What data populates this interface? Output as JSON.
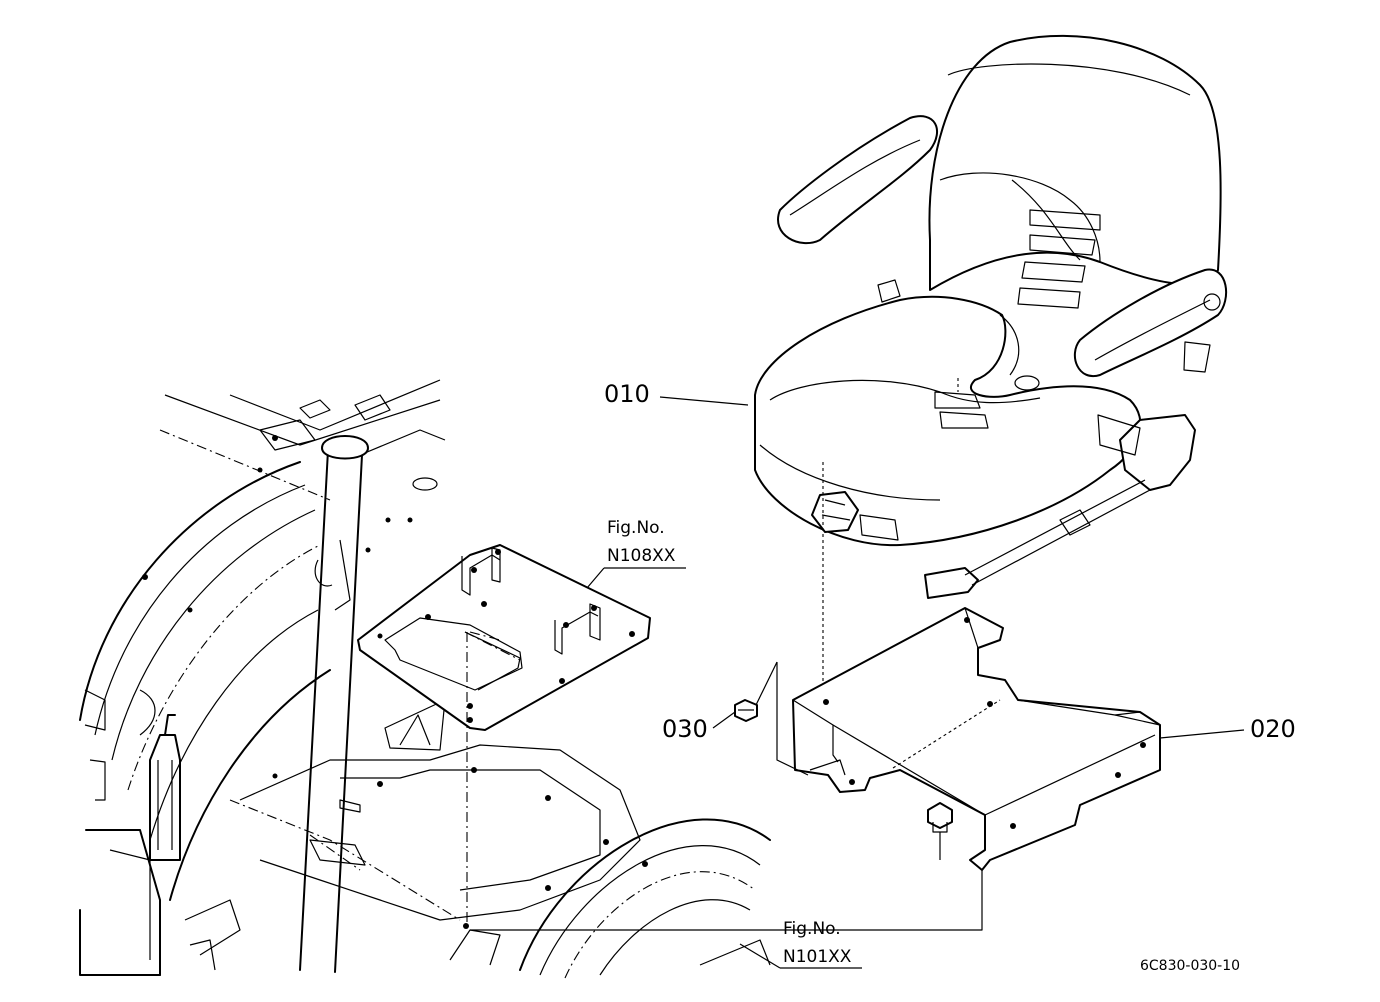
{
  "parts": [
    {
      "number": "010"
    },
    {
      "number": "020"
    },
    {
      "number": "030"
    }
  ],
  "figure_refs": [
    {
      "label": "Fig.No.",
      "number": "N108XX"
    },
    {
      "label": "Fig.No.",
      "number": "N101XX"
    }
  ],
  "drawing_code": "6C830-030-10"
}
